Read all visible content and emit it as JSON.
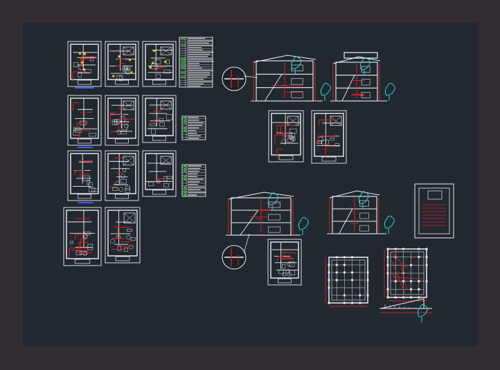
{
  "canvas": {
    "frame_color": "#322c33",
    "model_space_color": "#212830"
  },
  "palette": {
    "linework": "#f2f2f2",
    "dimension": "#d62020",
    "hatch": "#e8e8e8",
    "vegetation": "#2fd3e0",
    "schedule_highlight": "#2bd02b",
    "accent_blue": "#4060ff"
  },
  "drawing_groups": [
    {
      "id": "electrical-plans",
      "sheets": 3,
      "has_legend": true
    },
    {
      "id": "sanitary-plans",
      "sheets": 3,
      "has_legend": true
    },
    {
      "id": "water-plans",
      "sheets": 3,
      "has_legend": true
    },
    {
      "id": "furniture-plans",
      "sheets": 2,
      "has_legend": false
    },
    {
      "id": "sections",
      "sheets": 4,
      "has_legend": false
    },
    {
      "id": "foundation-plans",
      "sheets": 2,
      "has_legend": false
    }
  ]
}
